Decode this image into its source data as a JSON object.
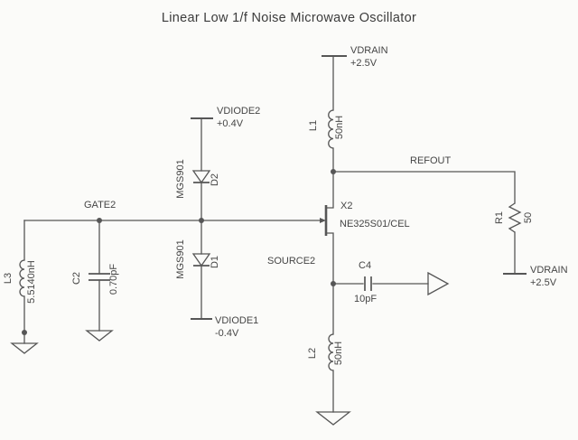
{
  "title": "Linear Low 1/f Noise Microwave Oscillator",
  "nets": {
    "gate2": "GATE2",
    "source2": "SOURCE2",
    "refout": "REFOUT"
  },
  "supplies": {
    "vdrain_top": {
      "net": "VDRAIN",
      "voltage": "+2.5V"
    },
    "vdrain_right": {
      "net": "VDRAIN",
      "voltage": "+2.5V"
    },
    "vdiode2": {
      "net": "VDIODE2",
      "voltage": "+0.4V"
    },
    "vdiode1": {
      "net": "VDIODE1",
      "voltage": "-0.4V"
    }
  },
  "components": {
    "l1": {
      "ref": "L1",
      "value": "50nH"
    },
    "l2": {
      "ref": "L2",
      "value": "50nH"
    },
    "l3": {
      "ref": "L3",
      "value": "5.5140nH"
    },
    "c2": {
      "ref": "C2",
      "value": "0.70pF"
    },
    "c4": {
      "ref": "C4",
      "value": "10pF"
    },
    "r1": {
      "ref": "R1",
      "value": "50"
    },
    "d1": {
      "ref": "D1",
      "part": "MGS901"
    },
    "d2": {
      "ref": "D2",
      "part": "MGS901"
    },
    "x2": {
      "ref": "X2",
      "part": "NE325S01/CEL"
    }
  },
  "colors": {
    "background": "#fbfbf9",
    "line": "#565656",
    "text": "#454545"
  }
}
